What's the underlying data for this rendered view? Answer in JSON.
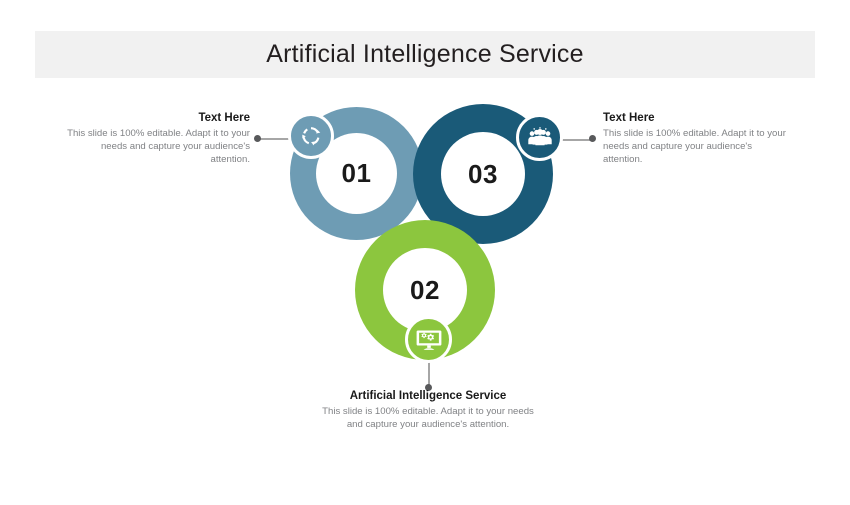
{
  "header": {
    "title": "Artificial Intelligence Service"
  },
  "colors": {
    "band": "#f1f1f1",
    "ring_01": "#6e9cb4",
    "ring_03": "#1a5a78",
    "ring_02": "#8cc63e",
    "connector": "#a6a6a6",
    "connector_dot": "#58595b",
    "body_text": "#808285",
    "heading_text": "#1a1a1a"
  },
  "diagram": {
    "type": "three-ring-venn-infographic",
    "nodes": [
      {
        "id": "node-01",
        "number": "01",
        "color": "#6e9cb4",
        "icon": "recycle-arrows-icon",
        "badge_position": "top-left",
        "text": {
          "title": "Text Here",
          "body": "This slide is 100% editable. Adapt it to your needs and capture your audience's attention.",
          "align": "right"
        }
      },
      {
        "id": "node-02",
        "number": "02",
        "color": "#8cc63e",
        "icon": "monitor-gears-icon",
        "badge_position": "bottom-center",
        "text": {
          "title": "Artificial Intelligence Service",
          "body": "This slide is 100% editable. Adapt it to your needs and capture your audience's attention.",
          "align": "center"
        }
      },
      {
        "id": "node-03",
        "number": "03",
        "color": "#1a5a78",
        "icon": "people-group-icon",
        "badge_position": "top-right",
        "text": {
          "title": "Text Here",
          "body": "This slide is 100% editable. Adapt it to your needs and capture your audience's attention.",
          "align": "left"
        }
      }
    ]
  }
}
